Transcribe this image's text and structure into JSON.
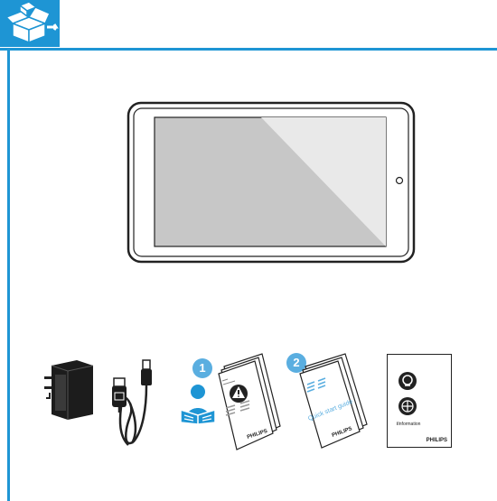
{
  "section": {
    "icon": "box-unpacking-icon",
    "accent_color": "#1e95d4"
  },
  "contents": {
    "device": {
      "icon": "tablet-icon"
    },
    "items": [
      {
        "icon": "power-adapter-icon"
      },
      {
        "icon": "usb-cable-icon"
      },
      {
        "step": "1",
        "icon": "reader-icon",
        "booklet_icon": "safety-warning-icon",
        "brand": "PHILIPS"
      },
      {
        "step": "2",
        "label": "Quick start guide",
        "brand": "PHILIPS"
      },
      {
        "label": "Information",
        "marker": "i",
        "brand": "PHILIPS"
      }
    ]
  }
}
